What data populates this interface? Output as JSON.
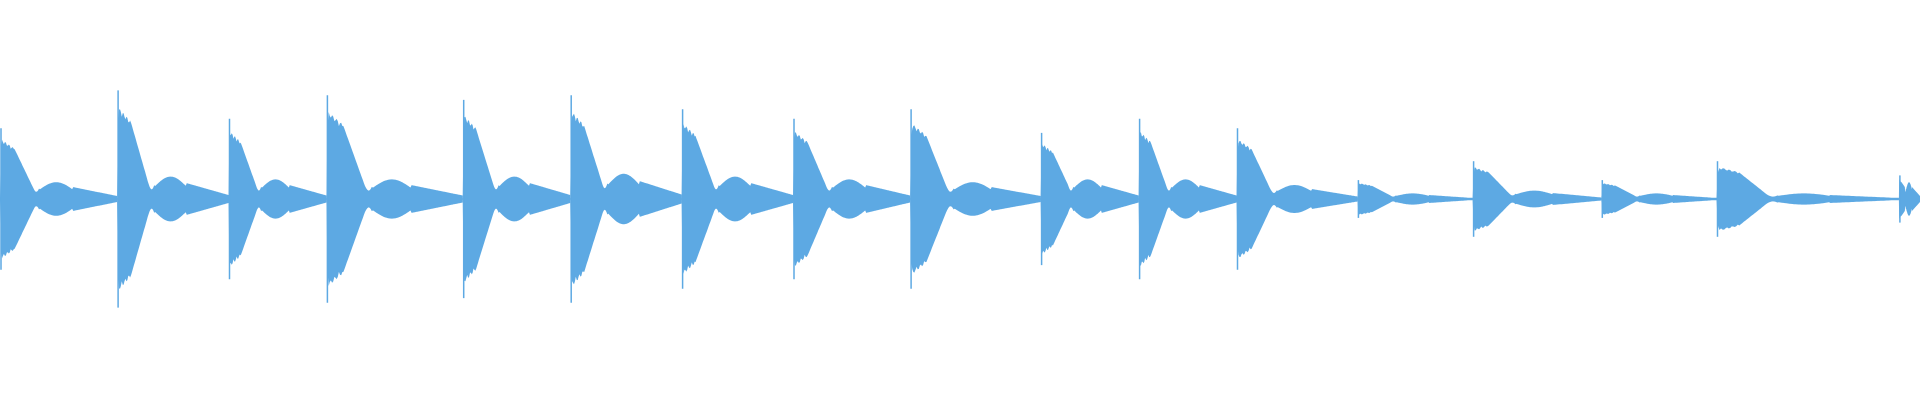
{
  "waveform": {
    "color": "#5DA9E3",
    "background": "#ffffff",
    "segments": [
      {
        "start": 0.0,
        "end": 0.061,
        "peak": 0.3,
        "tail": 0.06
      },
      {
        "start": 0.061,
        "end": 0.119,
        "peak": 0.46,
        "tail": 0.08
      },
      {
        "start": 0.119,
        "end": 0.17,
        "peak": 0.34,
        "tail": 0.07
      },
      {
        "start": 0.17,
        "end": 0.241,
        "peak": 0.44,
        "tail": 0.07
      },
      {
        "start": 0.241,
        "end": 0.297,
        "peak": 0.42,
        "tail": 0.08
      },
      {
        "start": 0.297,
        "end": 0.355,
        "peak": 0.44,
        "tail": 0.09
      },
      {
        "start": 0.355,
        "end": 0.413,
        "peak": 0.38,
        "tail": 0.08
      },
      {
        "start": 0.413,
        "end": 0.474,
        "peak": 0.34,
        "tail": 0.07
      },
      {
        "start": 0.474,
        "end": 0.542,
        "peak": 0.38,
        "tail": 0.06
      },
      {
        "start": 0.542,
        "end": 0.593,
        "peak": 0.28,
        "tail": 0.07
      },
      {
        "start": 0.593,
        "end": 0.644,
        "peak": 0.34,
        "tail": 0.07
      },
      {
        "start": 0.644,
        "end": 0.707,
        "peak": 0.3,
        "tail": 0.05
      },
      {
        "start": 0.707,
        "end": 0.767,
        "peak": 0.08,
        "tail": 0.02
      },
      {
        "start": 0.767,
        "end": 0.834,
        "peak": 0.16,
        "tail": 0.03
      },
      {
        "start": 0.834,
        "end": 0.894,
        "peak": 0.08,
        "tail": 0.02
      },
      {
        "start": 0.894,
        "end": 0.989,
        "peak": 0.16,
        "tail": 0.02
      },
      {
        "start": 0.989,
        "end": 1.0,
        "peak": 0.1,
        "tail": 0.06
      }
    ]
  }
}
